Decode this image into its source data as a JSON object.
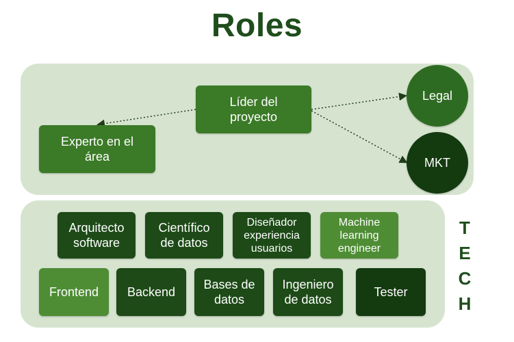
{
  "title": "Roles",
  "top": {
    "leader": "Líder del\nproyecto",
    "expert": "Experto en el\nárea",
    "legal": "Legal",
    "mkt": "MKT"
  },
  "tech": {
    "label_letters": [
      "T",
      "E",
      "C",
      "H"
    ],
    "row1": [
      "Arquitecto\nsoftware",
      "Científico\nde datos",
      "Diseñador\nexperiencia\nusuarios",
      "Machine\nlearning\nengineer"
    ],
    "row2": [
      "Frontend",
      "Backend",
      "Bases de\ndatos",
      "Ingeniero\nde datos",
      "Tester"
    ]
  },
  "colors": {
    "title": "#1f4d1c",
    "panel": "#d6e4cf",
    "box_mid": "#3b7a27",
    "box_dark": "#1d4a17",
    "circle_legal": "#2e6b22",
    "circle_mkt": "#143a10"
  }
}
